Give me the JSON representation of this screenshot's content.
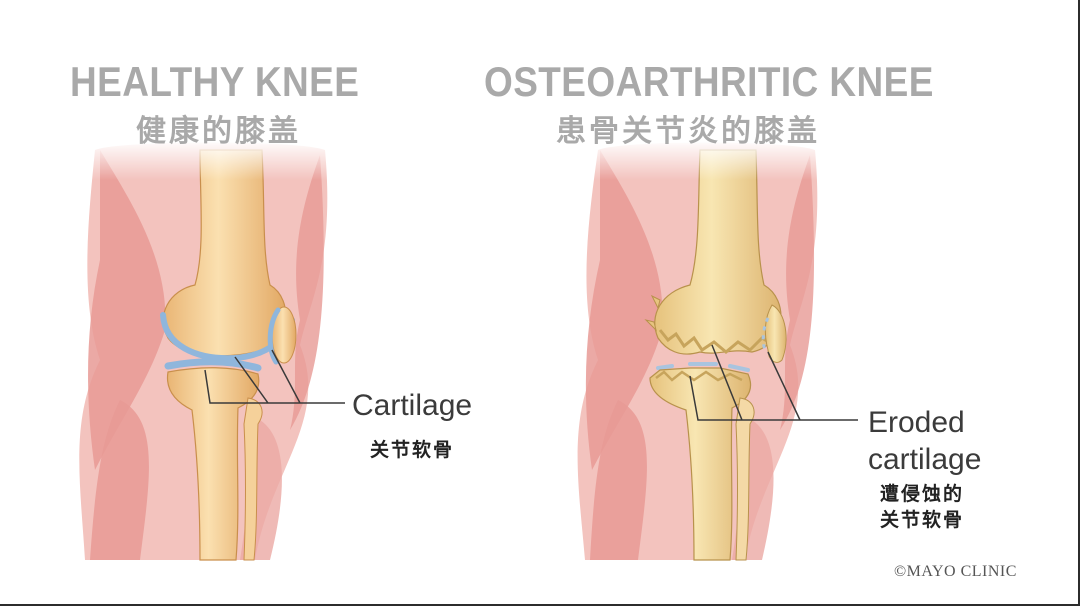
{
  "healthy": {
    "title_en": "HEALTHY KNEE",
    "title_zh": "健康的膝盖",
    "label_en": "Cartilage",
    "label_zh": "关节软骨"
  },
  "osteoarthritic": {
    "title_en": "OSTEOARTHRITIC KNEE",
    "title_zh": "患骨关节炎的膝盖",
    "label_en_line1": "Eroded",
    "label_en_line2": "cartilage",
    "label_zh_line1": "遭侵蚀的",
    "label_zh_line2": "关节软骨"
  },
  "copyright": "©MAYO CLINIC",
  "colors": {
    "title_gray": "#a9a9a9",
    "muscle_pink": "#e9a3a0",
    "muscle_light": "#f6d0cc",
    "bone": "#f2c98a",
    "bone_shadow": "#d9a35c",
    "cartilage_blue": "#8fb6dc",
    "line_dark": "#3a3a3a"
  }
}
